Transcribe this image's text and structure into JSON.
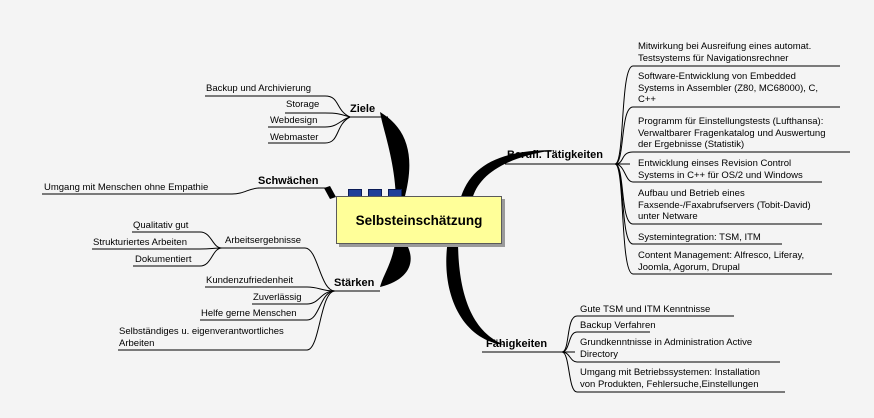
{
  "central": "Selbsteinschätzung",
  "branches": {
    "ziele": {
      "label": "Ziele",
      "items": [
        "Backup und Archivierung",
        "Storage",
        "Webdesign",
        "Webmaster"
      ]
    },
    "schwaechen": {
      "label": "Schwächen",
      "items": [
        "Umgang mit Menschen ohne Empathie"
      ]
    },
    "staerken": {
      "label": "Stärken",
      "arbeitsergebnisse": {
        "label": "Arbeitsergebnisse",
        "items": [
          "Qualitativ gut",
          "Strukturiertes Arbeiten",
          "Dokumentiert"
        ]
      },
      "items": [
        "Kundenzufriedenheit",
        "Zuverlässig",
        "Helfe gerne Menschen",
        "Selbständiges u. eigenverantwortliches",
        "Arbeiten"
      ]
    },
    "taetigkeiten": {
      "label": "Berufl. Tätigkeiten",
      "items": [
        [
          "Mitwirkung bei Ausreifung eines automat.",
          "Testsystems für Navigationsrechner"
        ],
        [
          "Software-Entwicklung von Embedded",
          "Systems in Assembler (Z80, MC68000), C,",
          "C++"
        ],
        [
          "Programm für Einstellungstests (Lufthansa):",
          "Verwaltbarer Fragenkatalog und Auswertung",
          "der Ergebnisse (Statistik)"
        ],
        [
          "Entwicklung einses Revision Control",
          "Systems in C++ für OS/2 und Windows"
        ],
        [
          "Aufbau und Betrieb eines",
          "Faxsende-/Faxabrufservers (Tobit-David)",
          "unter Netware"
        ],
        [
          "Systemintegration: TSM, ITM"
        ],
        [
          "Content Management: Alfresco, Liferay,",
          "Joomla, Agorum, Drupal"
        ]
      ]
    },
    "faehigkeiten": {
      "label": "Fähigkeiten",
      "items": [
        [
          "Gute TSM und ITM Kenntnisse"
        ],
        [
          "Backup Verfahren"
        ],
        [
          "Grundkenntnisse in Administration Active",
          "Directory"
        ],
        [
          "Umgang mit Betriebssystemen: Installation",
          "von Produkten, Fehlersuche,Einstellungen"
        ]
      ]
    }
  }
}
